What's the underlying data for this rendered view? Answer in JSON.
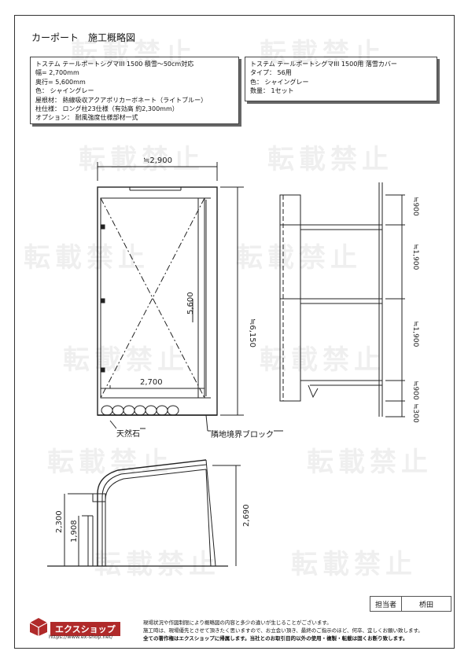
{
  "page_title": "カーポート　施工概略図",
  "spec_left": [
    "トステム テールポートシグマIII 1500 積雪～50cm対応",
    "幅= 2,700mm",
    "奥行= 5,600mm",
    "色： シャイングレー",
    "屋根材： 熱線吸収アクアポリカーボネート（ライトブルー）",
    "柱仕様： ロング柱23仕様（有効高 約2,300mm）",
    "オプション： 耐風強度仕様部材一式"
  ],
  "spec_right": [
    "トステム テールポートシグマIII 1500用 落雪カバー",
    "タイプ： 56用",
    "色： シャイングレー",
    "数量： 1セット"
  ],
  "dimensions": {
    "plan_width": "≒2,900",
    "plan_depth_inner": "5,600",
    "plan_width_inner": "2,700",
    "plan_depth_total": "≒6,150",
    "side_900_top": "≒900",
    "side_1900_a": "≒1,900",
    "side_1900_b": "≒1,900",
    "side_900_bottom": "≒900",
    "side_300": "≒300",
    "front_2300": "2,300",
    "front_1908": "1,908",
    "front_2690": "2,690"
  },
  "labels": {
    "natural_stone": "天然石",
    "boundary_block": "隣地境界ブロック"
  },
  "watermark": "転載禁止",
  "staff": {
    "label": "担当者",
    "name": "桥田"
  },
  "logo": {
    "name": "エクスショップ",
    "url": "https://www.ex-shop.net/"
  },
  "notice": [
    "現場状況や作図制限により概略図の内容と多少の違いが生じることがございます。",
    "施工時は、現場優先とさせて頂きたく思いますので、お立会い頂き、最終のご指示のほど、何卒、宜しくお願い致します。",
    "全ての著作権はエクスショップに帰属します。当社とのお取引目的以外の使用・複製・転載は固くお断り致します。"
  ],
  "colors": {
    "line": "#222222",
    "logo_red": "#b02a2a"
  }
}
